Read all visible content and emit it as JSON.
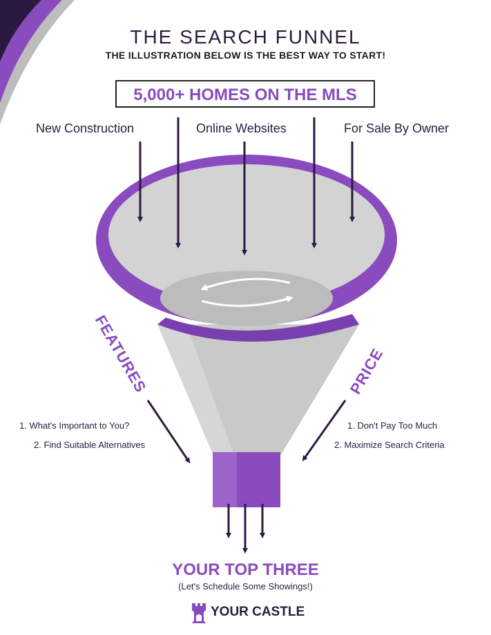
{
  "header": {
    "title": "THE SEARCH FUNNEL",
    "subtitle": "THE ILLUSTRATION BELOW IS THE BEST WAY TO START!"
  },
  "top_box": "5,000+ HOMES ON THE MLS",
  "sources": [
    "New Construction",
    "Online Websites",
    "For Sale By Owner"
  ],
  "features": {
    "label": "FEATURES",
    "items": [
      "1. What's Important to You?",
      "2. Find Suitable Alternatives"
    ]
  },
  "price": {
    "label": "PRICE",
    "items": [
      "1. Don't Pay Too Much",
      "2. Maximize Search Criteria"
    ]
  },
  "result": {
    "title": "YOUR TOP THREE",
    "subtitle": "(Let's Schedule Some Showings!)"
  },
  "brand": {
    "name": "YOUR CASTLE"
  },
  "colors": {
    "purple": "#8a4bbf",
    "dark": "#2b1a3f",
    "gray": "#c9c9c9"
  }
}
